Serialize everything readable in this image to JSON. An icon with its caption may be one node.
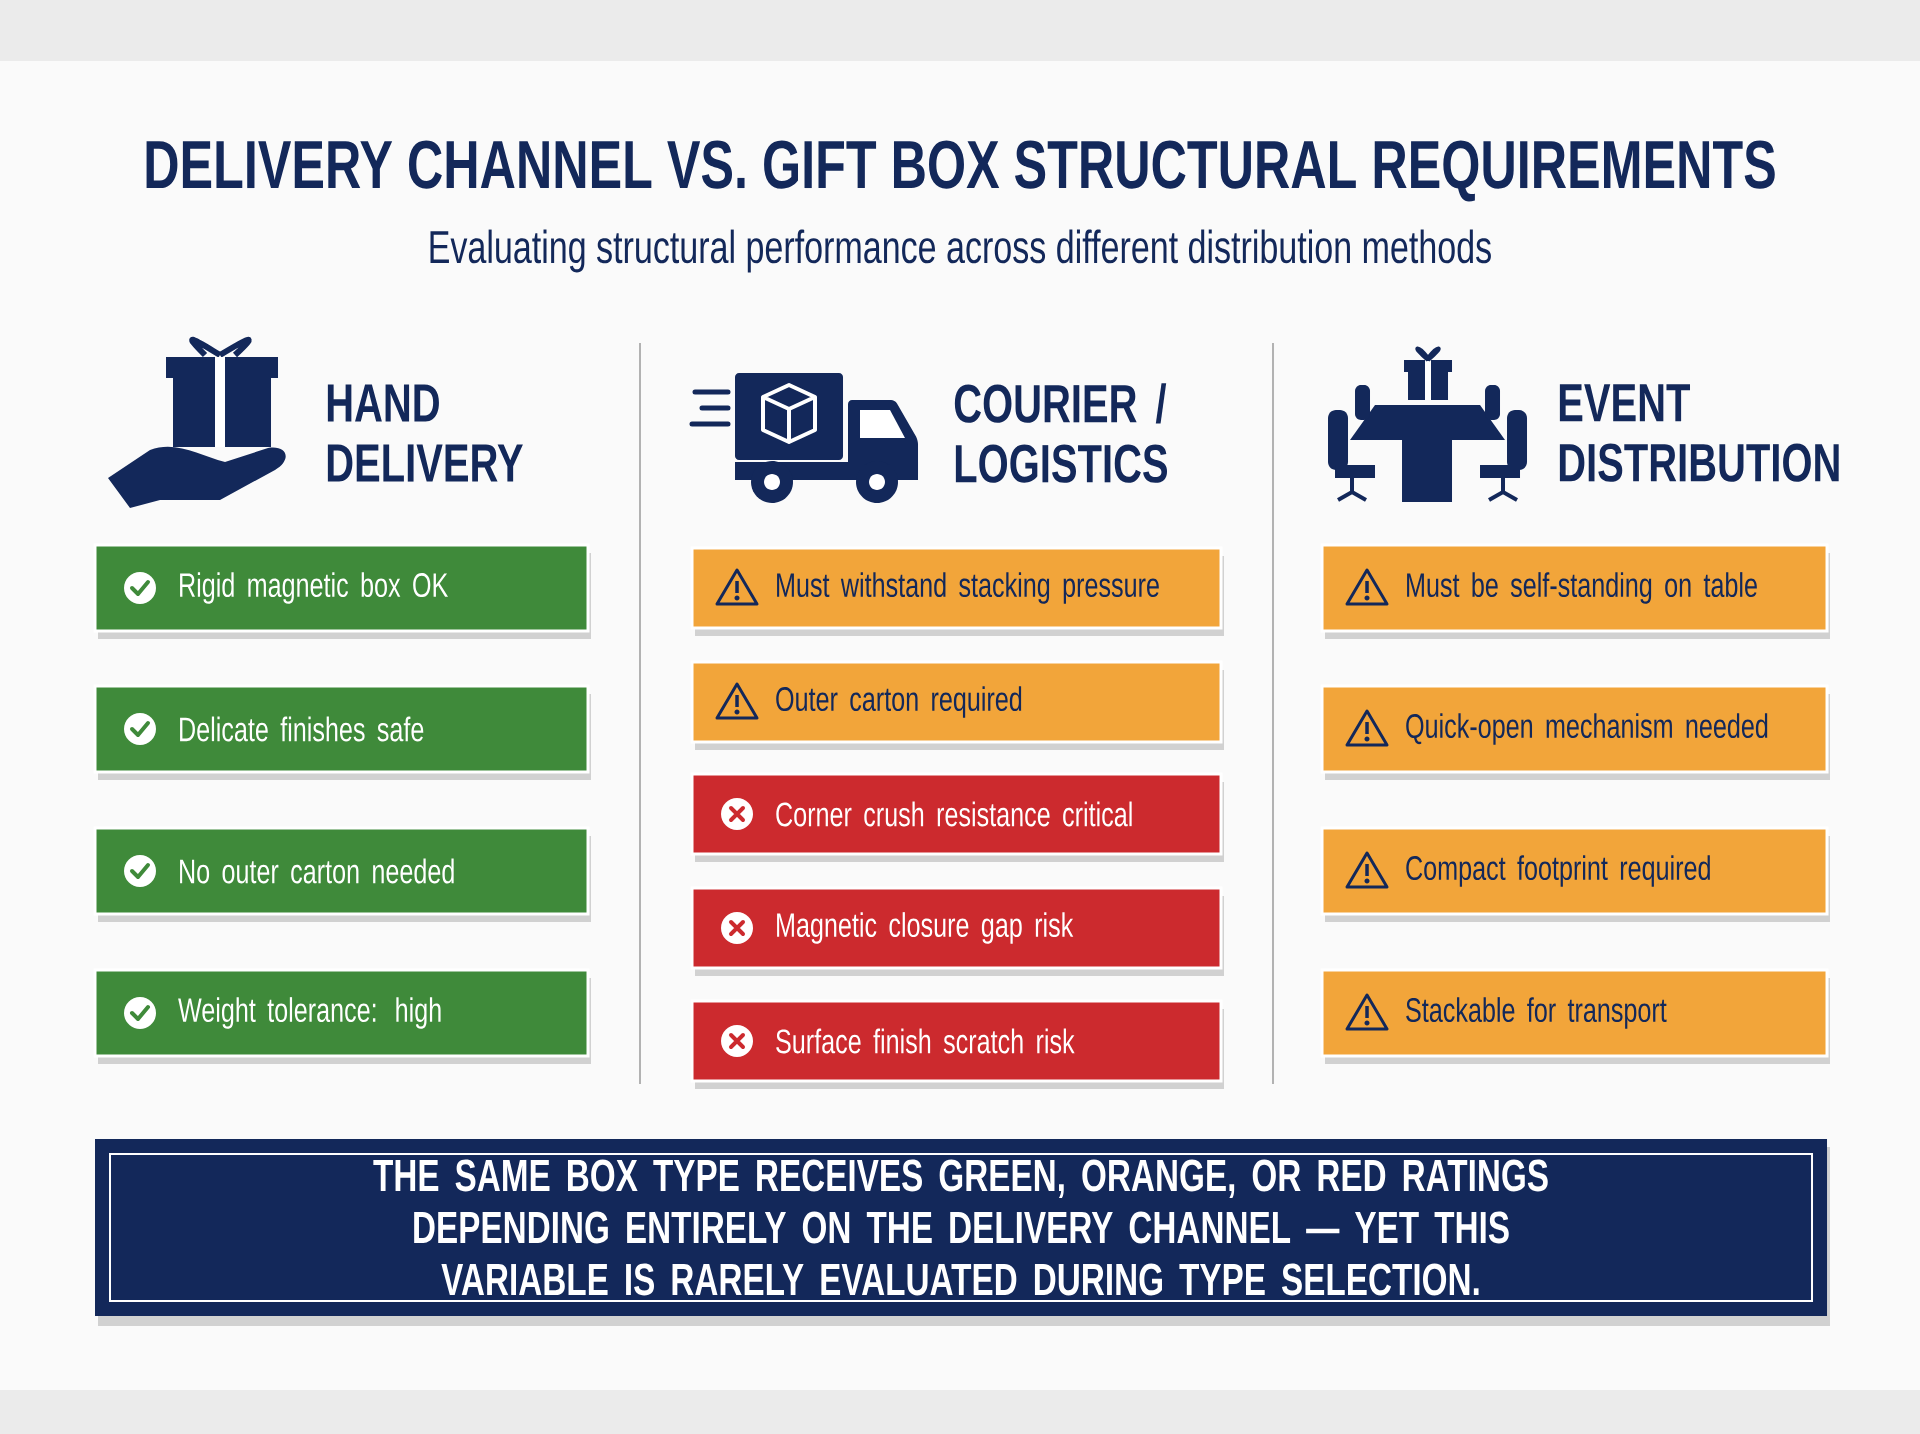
{
  "diagram": {
    "title": "DELIVERY CHANNEL VS. GIFT BOX STRUCTURAL REQUIREMENTS",
    "nodes": [
      {
        "text": [
          "Rigid magnetic box OK"
        ]
      },
      {
        "text": [
          "Delicate finishes safe"
        ]
      },
      {
        "text": [
          "No outer carton needed"
        ]
      },
      {
        "text": [
          "Weight tolerance: high"
        ]
      },
      {
        "text": [
          "Must withstand stacking pressure"
        ]
      },
      {
        "text": [
          "Outer carton required"
        ]
      },
      {
        "text": [
          "Corner crush resistance critical"
        ]
      },
      {
        "text": [
          "Magnetic closure gap risk"
        ]
      },
      {
        "text": [
          "Surface finish scratch risk"
        ]
      },
      {
        "text": [
          "Must be self-standing on table"
        ]
      },
      {
        "text": [
          "Quick-open mechanism needed"
        ]
      },
      {
        "text": [
          "Compact footprint required"
        ]
      },
      {
        "text": [
          "Stackable for transport"
        ]
      },
      {
        "text": [
          "THE SAME BOX TYPE RECEIVES GREEN, ORANGE, OR RED RATINGS DEPENDING ENTIRELY ON THE DELIVERY CHANNEL — YET THIS VARIABLE IS RARELY EVALUATED DURING TYPE SELECTION."
        ]
      }
    ],
    "labels": [
      "Evaluating structural performance across different distribution methods",
      "HAND DELIVERY",
      "COURIER / LOGISTICS",
      "EVENT DISTRIBUTION"
    ]
  }
}
